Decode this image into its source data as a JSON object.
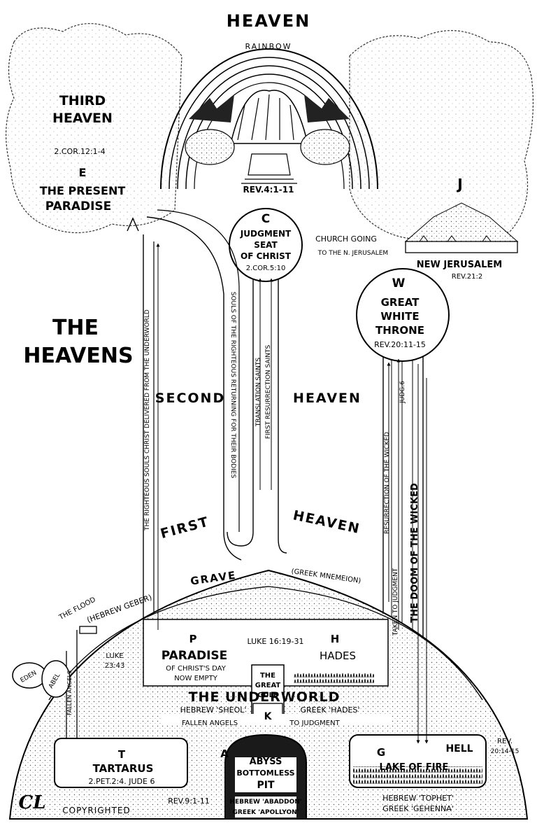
{
  "heaven": {
    "title": "HEAVEN",
    "rainbow": "RAINBOW",
    "rev_ref": "REV.4:1-11"
  },
  "third_heaven": {
    "line1": "THIRD",
    "line2": "HEAVEN",
    "ref": "2.COR.12:1-4"
  },
  "paradise_node": {
    "letter": "E",
    "line1": "THE PRESENT",
    "line2": "PARADISE"
  },
  "j_label": "J",
  "judgment_seat": {
    "letter": "C",
    "line1": "JUDGMENT",
    "line2": "SEAT",
    "line3": "OF CHRIST",
    "ref": "2.COR.5:10"
  },
  "church_going": {
    "line1": "CHURCH GOING",
    "line2": "TO THE N. JERUSALEM"
  },
  "new_jerusalem": {
    "name": "NEW JERUSALEM",
    "ref": "REV.21:2"
  },
  "great_white_throne": {
    "letter": "W",
    "line1": "GREAT",
    "line2": "WHITE",
    "line3": "THRONE",
    "ref": "REV.20:11-15"
  },
  "the_heavens": {
    "line1": "THE",
    "line2": "HEAVENS"
  },
  "second_heaven": {
    "left": "SECOND",
    "right": "HEAVEN"
  },
  "first_heaven": {
    "left": "FIRST",
    "right": "HEAVEN"
  },
  "paths": {
    "righteous_souls": "THE RIGHTEOUS SOULS CHRIST DELIVERED FROM THE UNDERWORLD",
    "souls_returning": "SOULS OF THE RIGHTEOUS RETURNING FOR THEIR BODIES",
    "translation": "TRANSLATION SAINTS",
    "first_resurrection": "FIRST RESURRECTION SAINTS",
    "resurrection_wicked": "RESURRECTION OF THE WICKED",
    "to_judgment": "TAKEN TO JUDGMENT",
    "judge": "JUDG.6",
    "doom": "THE DOOM OF THE WICKED"
  },
  "grave": {
    "hebrew": "(HEBREW GEBER)",
    "word": "GRAVE",
    "greek": "(GREEK MNEMEION)"
  },
  "flood": "THE FLOOD",
  "eden": "EDEN",
  "abel": "ABEL",
  "fallen_angels_left": "FALLEN ANGELS",
  "luke_2343": {
    "line1": "LUKE",
    "line2": "23:43"
  },
  "paradise": {
    "letter": "P",
    "name": "PARADISE",
    "line1": "OF CHRIST'S DAY",
    "line2": "NOW EMPTY"
  },
  "luke_1619": "LUKE 16:19-31",
  "hades": {
    "letter": "H",
    "name": "HADES"
  },
  "great_gulf": {
    "line1": "THE",
    "line2": "GREAT",
    "line3": "GULF",
    "letter": "K"
  },
  "underworld": {
    "title": "THE UNDERWORLD",
    "hebrew": "HEBREW 'SHEOL'",
    "greek": "GREEK 'HADES'"
  },
  "fallen_angels": "FALLEN ANGELS",
  "to_judgment_bottom": "TO JUDGMENT",
  "tartarus": {
    "letter": "T",
    "name": "TARTARUS",
    "ref": "2.PET.2:4.  JUDE 6"
  },
  "abyss": {
    "letter": "A",
    "name": "ABYSS",
    "line1": "BOTTOMLESS",
    "line2": "PIT",
    "hebrew": "HEBREW 'ABADDON'",
    "greek": "GREEK 'APOLLYON'"
  },
  "rev_911": "REV.9:1-11",
  "lake_of_fire": {
    "letter": "G",
    "name": "LAKE OF FIRE",
    "hell": "HELL",
    "hebrew": "HEBREW 'TOPHET'",
    "greek": "GREEK 'GEHENNA'"
  },
  "rev_2014": {
    "line1": "REV.",
    "line2": "20:14-15"
  },
  "copyright": "COPYRIGHTED",
  "monogram": "CL"
}
